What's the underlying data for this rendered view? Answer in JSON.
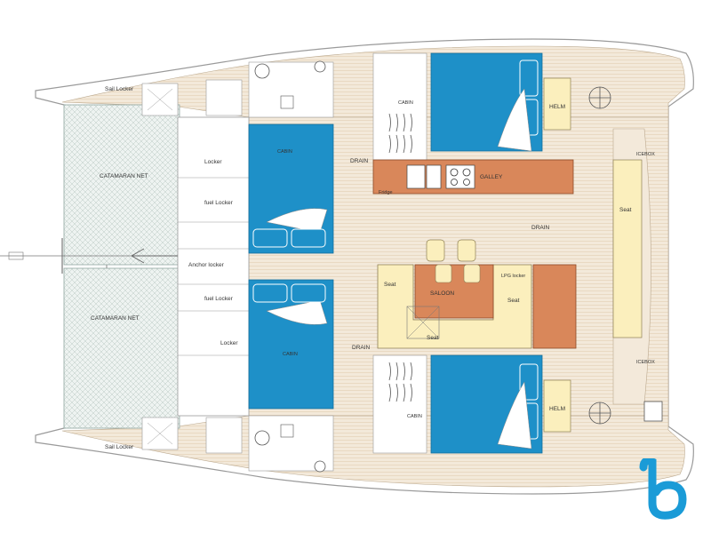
{
  "colors": {
    "hull_outline": "#9a9a9a",
    "deck": "#f1e6d6",
    "deck_lines": "#e2cfb4",
    "bunk": "#1e90c8",
    "pillow": "#ffffff",
    "counter": "#d9875a",
    "seat": "#fbefbd",
    "net": "#e4ecea",
    "logo": "#1a9bd7"
  },
  "labels": {
    "sail_locker_top": "Sail Locker",
    "sail_locker_bottom": "Sail Locker",
    "catamaran_net_top": "CATAMARAN NET",
    "catamaran_net_bottom": "CATAMARAN NET",
    "locker_top": "Locker",
    "fuel_locker_top": "fuel Locker",
    "anchor_locker": "Anchor locker",
    "fuel_locker_bottom": "fuel Locker",
    "locker_bottom": "Locker",
    "cabin_fwd_port": "CABIN",
    "cabin_fwd_stbd": "CABIN",
    "cabin_aft_port": "CABIN",
    "cabin_aft_stbd": "CABIN",
    "drain_top": "DRAIN",
    "drain_middle": "DRAIN",
    "drain_bottom": "DRAIN",
    "galley": "GALLEY",
    "fridge": "Fridge",
    "saloon": "SALOON",
    "seat_left": "Seat",
    "seat_right": "Seat",
    "seat_bottom": "Seat",
    "seat_cockpit": "Seat",
    "lpg_locker": "LPG locker",
    "helm_top": "HELM",
    "helm_bottom": "HELM",
    "icebox_top": "ICEBOX",
    "icebox_bottom": "ICEBOX"
  },
  "icons": {
    "anchor": "anchor-arrow-icon",
    "stove": "stove-icon",
    "sink": "sink-icon",
    "toilet": "toilet-icon",
    "steering_wheel": "steering-wheel-icon",
    "winch": "winch-icon",
    "logo": "b-logo-icon"
  }
}
